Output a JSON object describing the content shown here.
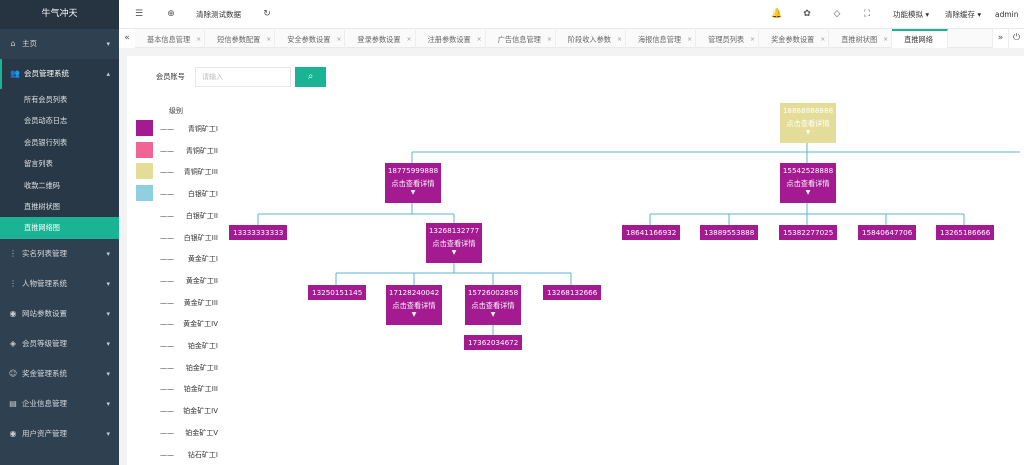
{
  "brand": "牛气冲天",
  "sidebar": {
    "items": [
      {
        "label": "主页",
        "icon": "home-icon",
        "glyph": "⌂",
        "chevron": "▾"
      },
      {
        "label": "会员管理系统",
        "icon": "users-icon",
        "glyph": "👥",
        "chevron": "▴"
      },
      {
        "label": "实名列表管理",
        "icon": "list-icon",
        "glyph": "⋮",
        "chevron": "▾"
      },
      {
        "label": "人物管理系统",
        "icon": "person-icon",
        "glyph": "⋮",
        "chevron": "▾"
      },
      {
        "label": "网站参数设置",
        "icon": "settings-icon",
        "glyph": "◉",
        "chevron": "▾"
      },
      {
        "label": "会员等级管理",
        "icon": "level-icon",
        "glyph": "◈",
        "chevron": "▾"
      },
      {
        "label": "奖金管理系统",
        "icon": "bonus-icon",
        "glyph": "☺",
        "chevron": "▾"
      },
      {
        "label": "企业信息管理",
        "icon": "enterprise-icon",
        "glyph": "▤",
        "chevron": "▾"
      },
      {
        "label": "用户资产管理",
        "icon": "assets-icon",
        "glyph": "◉",
        "chevron": "▾"
      }
    ],
    "submenu": [
      "所有会员列表",
      "会员动态日志",
      "会员银行列表",
      "留言列表",
      "收款二维码",
      "直推树状图",
      "直推网络图"
    ]
  },
  "topbar": {
    "menu_toggle_icon": "☰",
    "globe_icon": "⊕",
    "clear_test_data": "清除测试数据",
    "refresh_icon": "↻",
    "bell_icon": "🔔",
    "palette_icon": "✿",
    "tag_icon": "◇",
    "fullscreen_icon": "⛶",
    "func_simulate": "功能模拟 ▾",
    "clear_cache": "清除缓存 ▾",
    "user": "admin ▾"
  },
  "tabs": {
    "prev": "«",
    "next": "»",
    "close_all": "⏻",
    "items": [
      "基本信息管理",
      "短信参数配置",
      "安全参数设置",
      "登录参数设置",
      "注册参数设置",
      "广告信息管理",
      "阶段收入参数",
      "海报信息管理",
      "管理员列表",
      "奖金参数设置",
      "直推树状图",
      "直推网络"
    ],
    "close_glyph": "×"
  },
  "search": {
    "label": "会员账号",
    "placeholder": "请输入",
    "button_icon": "⌕"
  },
  "legend": {
    "title": "级别",
    "dash": "——",
    "levels": [
      {
        "name": "青铜矿工I",
        "color": "#a31a91"
      },
      {
        "name": "青铜矿工II",
        "color": "#f06591"
      },
      {
        "name": "青铜矿工III",
        "color": "#e4dd9a"
      },
      {
        "name": "白银矿工I",
        "color": "#8ecfe0"
      },
      {
        "name": "白银矿工II",
        "color": null
      },
      {
        "name": "白银矿工III",
        "color": null
      },
      {
        "name": "黄金矿工I",
        "color": null
      },
      {
        "name": "黄金矿工II",
        "color": null
      },
      {
        "name": "黄金矿工III",
        "color": null
      },
      {
        "name": "黄金矿工IV",
        "color": null
      },
      {
        "name": "铂金矿工I",
        "color": null
      },
      {
        "name": "铂金矿工II",
        "color": null
      },
      {
        "name": "铂金矿工III",
        "color": null
      },
      {
        "name": "铂金矿工IV",
        "color": null
      },
      {
        "name": "铂金矿工V",
        "color": null
      },
      {
        "name": "钻石矿工I",
        "color": null
      }
    ]
  },
  "tree": {
    "detail_label": "点击查看详情",
    "arrow": "▼",
    "line_color": "#5bb3d6",
    "nodes": {
      "root": "18888888888",
      "a": "18775999888",
      "b": "15542528888",
      "a1": "13333333333",
      "a2": "13268132777",
      "a2_1": "13250151145",
      "a2_2": "17128240042",
      "a2_3": "15726002858",
      "a2_4": "13268132666",
      "a2_3_1": "17362034672",
      "b1": "18641166932",
      "b2": "13889553888",
      "b3": "15382277025",
      "b4": "15840647706",
      "b5": "13265186666"
    }
  }
}
